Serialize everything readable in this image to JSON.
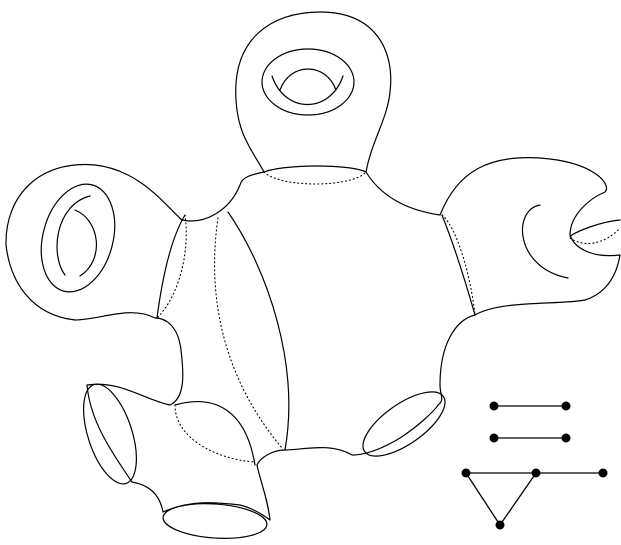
{
  "figure": {
    "background": "#ffffff",
    "stroke_color": "#000000",
    "surface": {
      "genus_handles": 2,
      "boundary_components": 4
    },
    "graphs": [
      {
        "name": "single-edge-graph-1",
        "vertices": 2,
        "edges": 1
      },
      {
        "name": "single-edge-graph-2",
        "vertices": 2,
        "edges": 1
      },
      {
        "name": "triangle-with-pendant-graph",
        "vertices": 4,
        "edges": 4
      }
    ]
  }
}
